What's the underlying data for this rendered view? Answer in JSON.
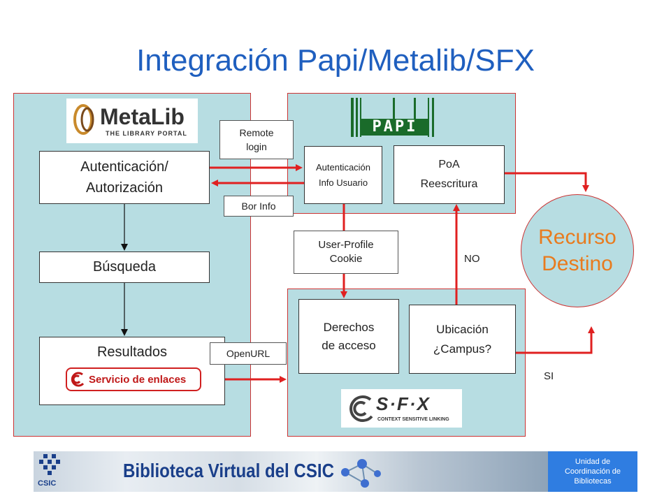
{
  "title": "Integración Papi/Metalib/SFX",
  "metalib": {
    "logo_main": "MetaLib",
    "logo_sub": "THE LIBRARY PORTAL",
    "auth_line1": "Autenticación/",
    "auth_line2": "Autorización",
    "busqueda": "Búsqueda",
    "resultados": "Resultados",
    "servicio_logo": "Servicio de enlaces"
  },
  "papi": {
    "logo": "PAPI",
    "auth_line1": "Autenticación",
    "auth_line2": "Info Usuario",
    "poa_line1": "PoA",
    "poa_line2": "Reescritura"
  },
  "sfx": {
    "derechos_line1": "Derechos",
    "derechos_line2": "de acceso",
    "ubicacion_line1": "Ubicación",
    "ubicacion_line2": "¿Campus?",
    "logo_main": "S·F·X",
    "logo_sub": "CONTEXT SENSITIVE LINKING"
  },
  "labels": {
    "remote_line1": "Remote",
    "remote_line2": "login",
    "bor_info": "Bor Info",
    "user_profile_line1": "User-Profile",
    "user_profile_line2": "Cookie",
    "openurl": "OpenURL",
    "no": "NO",
    "si": "SI"
  },
  "recurso": {
    "line1": "Recurso",
    "line2": "Destino"
  },
  "footer": {
    "csic": "CSIC",
    "biblioteca": "Biblioteca Virtual del CSIC",
    "unidad_line1": "Unidad de",
    "unidad_line2": "Coordinación de",
    "unidad_line3": "Bibliotecas"
  },
  "colors": {
    "title": "#1f5fbf",
    "panel": "#b7dde2",
    "arrow": "#e02020",
    "recurso_text": "#e87b1e",
    "unidad_bg": "#2f7de1"
  }
}
